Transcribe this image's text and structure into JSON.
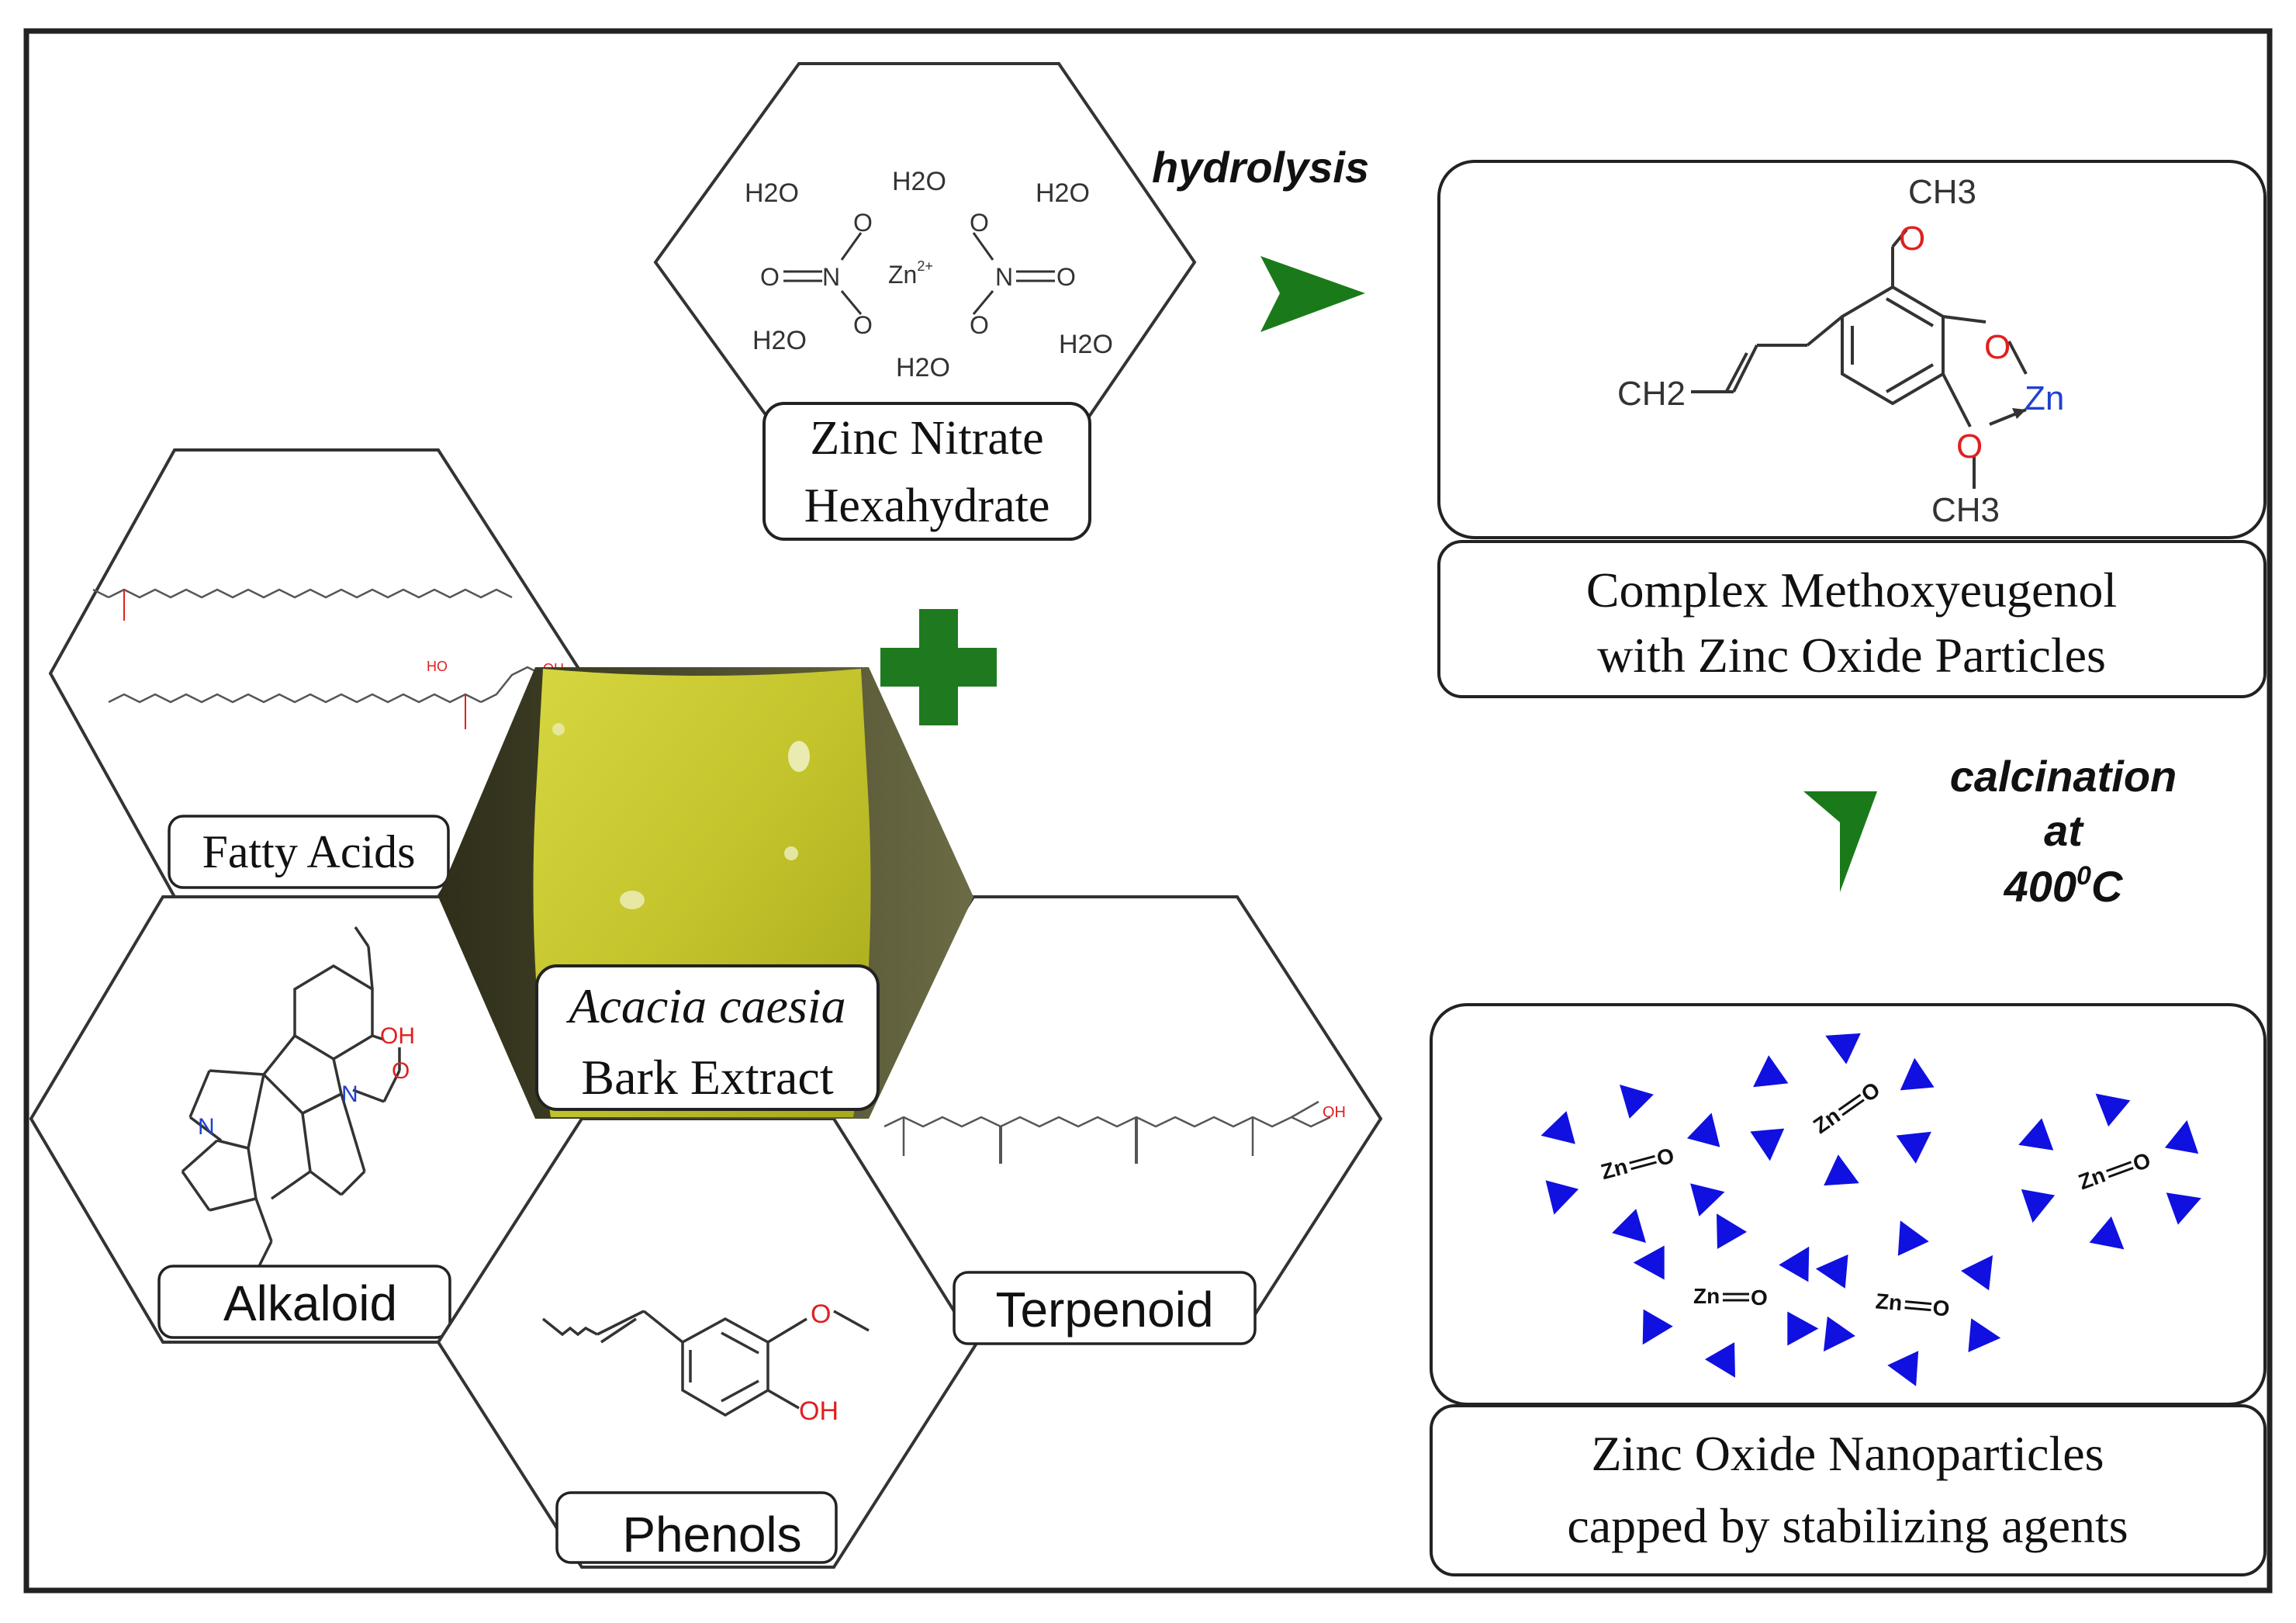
{
  "reagent": {
    "label_line1": "Zinc Nitrate",
    "label_line2": "Hexahydrate",
    "water": "H2O",
    "zinc_ion": "Zn",
    "zinc_charge": "2+",
    "oxygen": "O",
    "nitrogen": "N"
  },
  "steps": {
    "hydrolysis": "hydrolysis",
    "calcination_line1": "calcination",
    "calcination_line2": "at",
    "calcination_temp": "400",
    "calcination_sup": "0",
    "calcination_unit": "C"
  },
  "complex": {
    "label_line1": "Complex Methoxyeugenol",
    "label_line2": "with Zinc Oxide Particles",
    "ch3": "CH3",
    "ch2": "CH2",
    "o": "O",
    "zn": "Zn"
  },
  "nanoparticles": {
    "label_line1": "Zinc Oxide Nanoparticles",
    "label_line2": "capped by stabilizing agents",
    "zn": "Zn",
    "o": "O"
  },
  "extract": {
    "label_line1": "Acacia caesia",
    "label_line2": "Bark Extract"
  },
  "classes": {
    "fatty_acids": "Fatty Acids",
    "alkaloid": "Alkaloid",
    "phenols": "Phenols",
    "terpenoid": "Terpenoid"
  },
  "structure_labels": {
    "oh": "OH",
    "ho": "HO",
    "n": "N",
    "o": "O"
  },
  "colors": {
    "arrow_green": "#1a7a1a",
    "plus_green": "#1f7a1f",
    "oxygen_red": "#e02020",
    "nitrogen_blue": "#2040d0",
    "particle_blue": "#1010e0",
    "extract_yellow": "#c8c832"
  }
}
